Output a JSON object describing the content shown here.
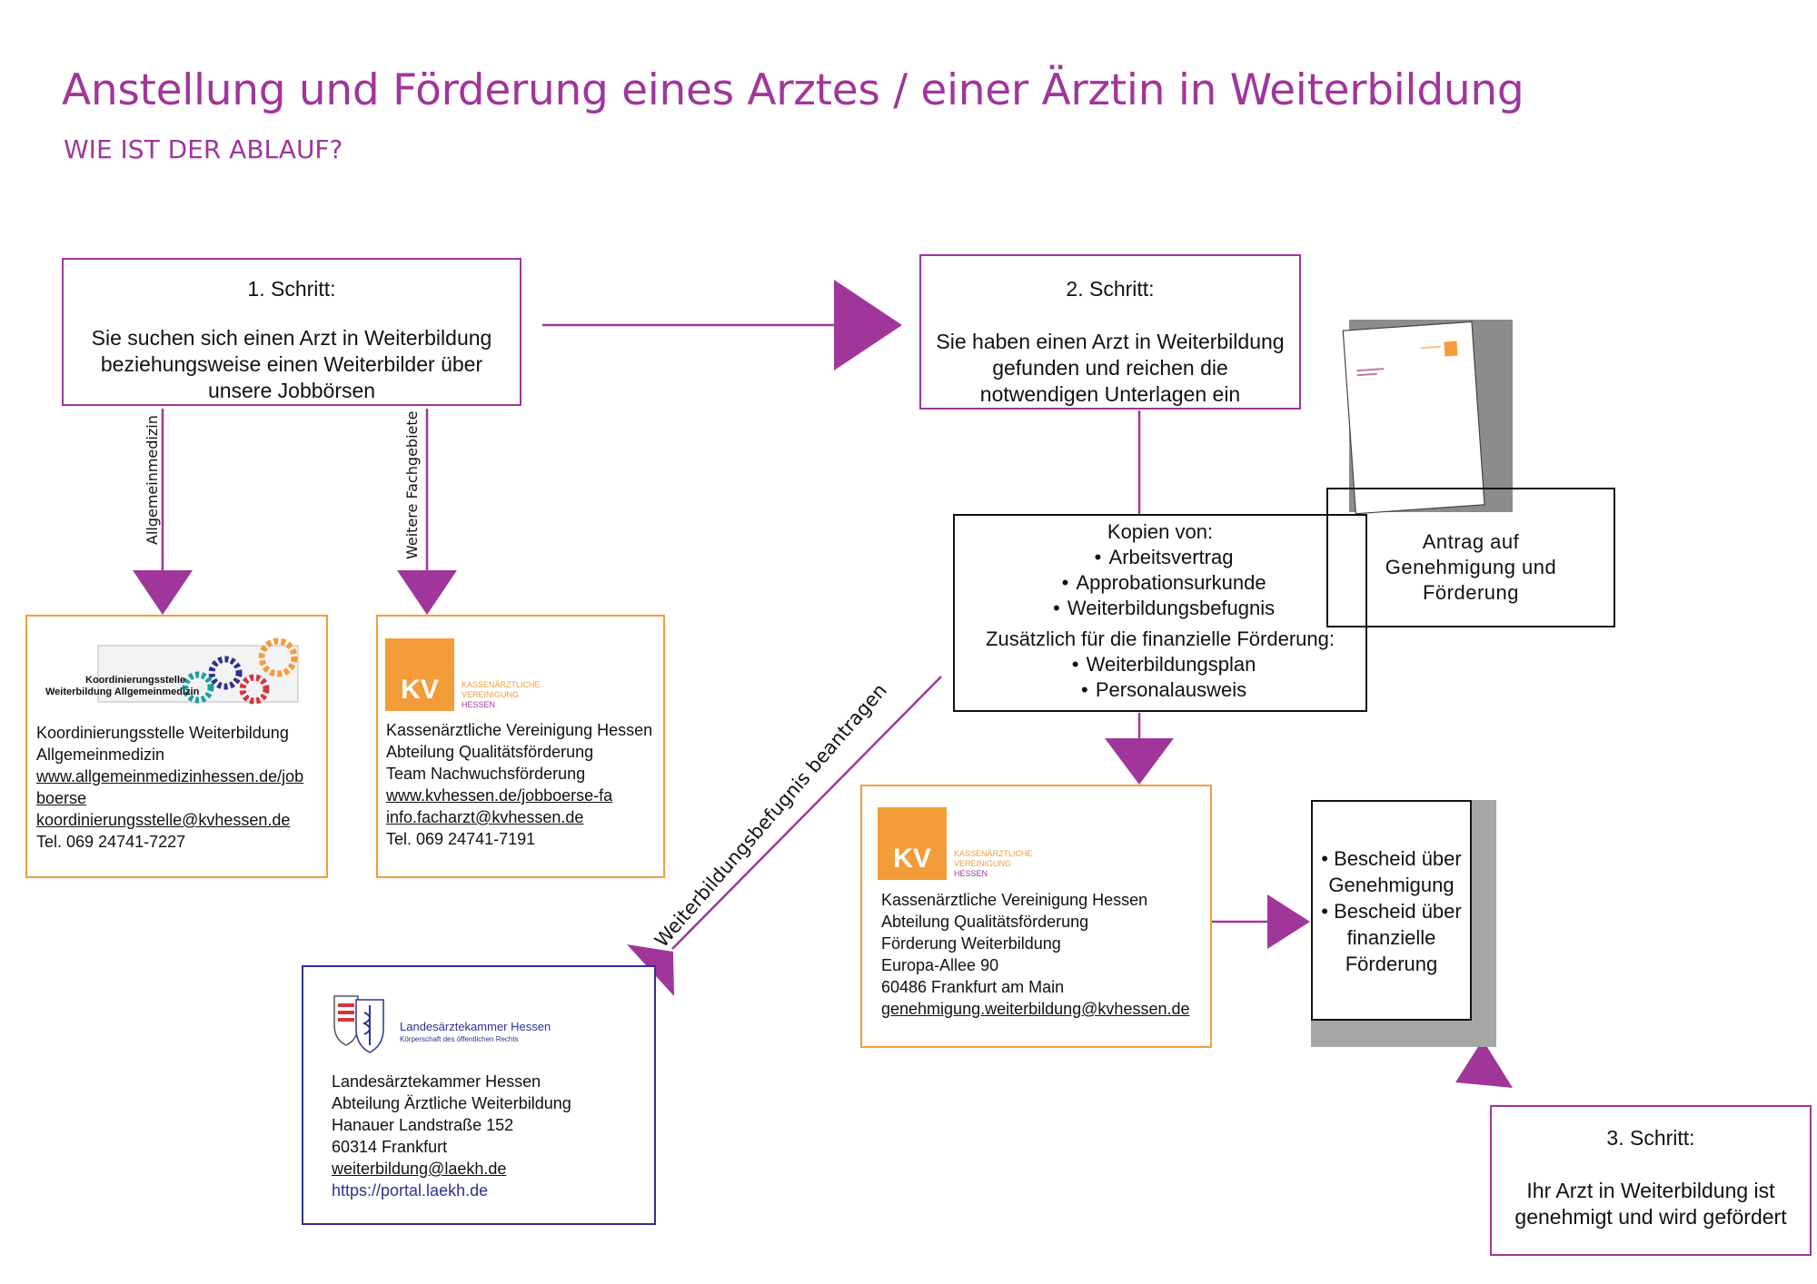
{
  "header": {
    "title": "Anstellung und Förderung eines Arztes / einer Ärztin in Weiterbildung",
    "subtitle": "WIE IST DER ABLAUF?"
  },
  "step1": {
    "heading": "1. Schritt:",
    "line1": "Sie suchen sich einen Arzt in Weiterbildung",
    "line2": "beziehungsweise einen Weiterbilder über",
    "line3": "unsere Jobbörsen"
  },
  "step2": {
    "heading": "2. Schritt:",
    "line1": "Sie haben einen Arzt in Weiterbildung",
    "line2": "gefunden und reichen die",
    "line3": "notwendigen Unterlagen ein"
  },
  "step3": {
    "heading": "3. Schritt:",
    "line1": "Ihr Arzt in Weiterbildung ist",
    "line2": "genehmigt und wird gefördert"
  },
  "branch_labels": {
    "left": "Allgemeinmedizin",
    "right": "Weitere Fachgebiete",
    "diagonal": "Weiterbildungsbefugnis beantragen"
  },
  "koordinierung": {
    "logo_line1": "Koordinierungsstelle",
    "logo_line2": "Weiterbildung Allgemeinmedizin",
    "name1": "Koordinierungsstelle Weiterbildung",
    "name2": "Allgemeinmedizin",
    "url1": "www.allgemeinmedizinhessen.de/job",
    "url2": "boerse",
    "email": "koordinierungsstelle@kvhessen.de",
    "phone": "Tel. 069 24741-7227"
  },
  "kv_jobboerse": {
    "logo_mark": "KV",
    "logo_line1": "KASSENÄRZTLICHE",
    "logo_line2": "VEREINIGUNG",
    "logo_line3": "HESSEN",
    "name": "Kassenärztliche Vereinigung Hessen",
    "dept": "Abteilung Qualitätsförderung",
    "team": "Team Nachwuchsförderung",
    "url": "www.kvhessen.de/jobboerse-fa",
    "email": "info.facharzt@kvhessen.de",
    "phone": "Tel. 069 24741-7191"
  },
  "documents": {
    "heading": "Kopien von:",
    "items": [
      "Arbeitsvertrag",
      "Approbationsurkunde",
      "Weiterbildungsbefugnis"
    ],
    "extra_heading": "Zusätzlich für die finanzielle Förderung:",
    "extra_items": [
      "Weiterbildungsplan",
      "Personalausweis"
    ]
  },
  "antrag": {
    "line1": "Antrag auf",
    "line2": "Genehmigung und",
    "line3": "Förderung"
  },
  "kv_foerderung": {
    "logo_mark": "KV",
    "logo_line1": "KASSENÄRZTLICHE",
    "logo_line2": "VEREINIGUNG",
    "logo_line3": "HESSEN",
    "name": "Kassenärztliche Vereinigung Hessen",
    "dept": "Abteilung Qualitätsförderung",
    "team": "Förderung Weiterbildung",
    "street": "Europa-Allee 90",
    "city": "60486 Frankfurt am Main",
    "email": "genehmigung.weiterbildung@kvhessen.de"
  },
  "bescheid": {
    "item1_line1": "• Bescheid über",
    "item1_line2": "Genehmigung",
    "item2_line1": "• Bescheid über",
    "item2_line2": "finanzielle",
    "item2_line3": "Förderung"
  },
  "laekh": {
    "logo_line1": "Landesärztekammer Hessen",
    "logo_line2": "Körperschaft des öffentlichen Rechts",
    "name": "Landesärztekammer Hessen",
    "dept": "Abteilung Ärztliche Weiterbildung",
    "street": "Hanauer Landstraße 152",
    "city": "60314 Frankfurt",
    "email": "weiterbildung@laekh.de",
    "portal": "https://portal.laekh.de"
  },
  "colors": {
    "purple": "#a0369a",
    "orange": "#f39c3a",
    "blue": "#2e3192",
    "shadow_gray": "#8c8c8c"
  }
}
